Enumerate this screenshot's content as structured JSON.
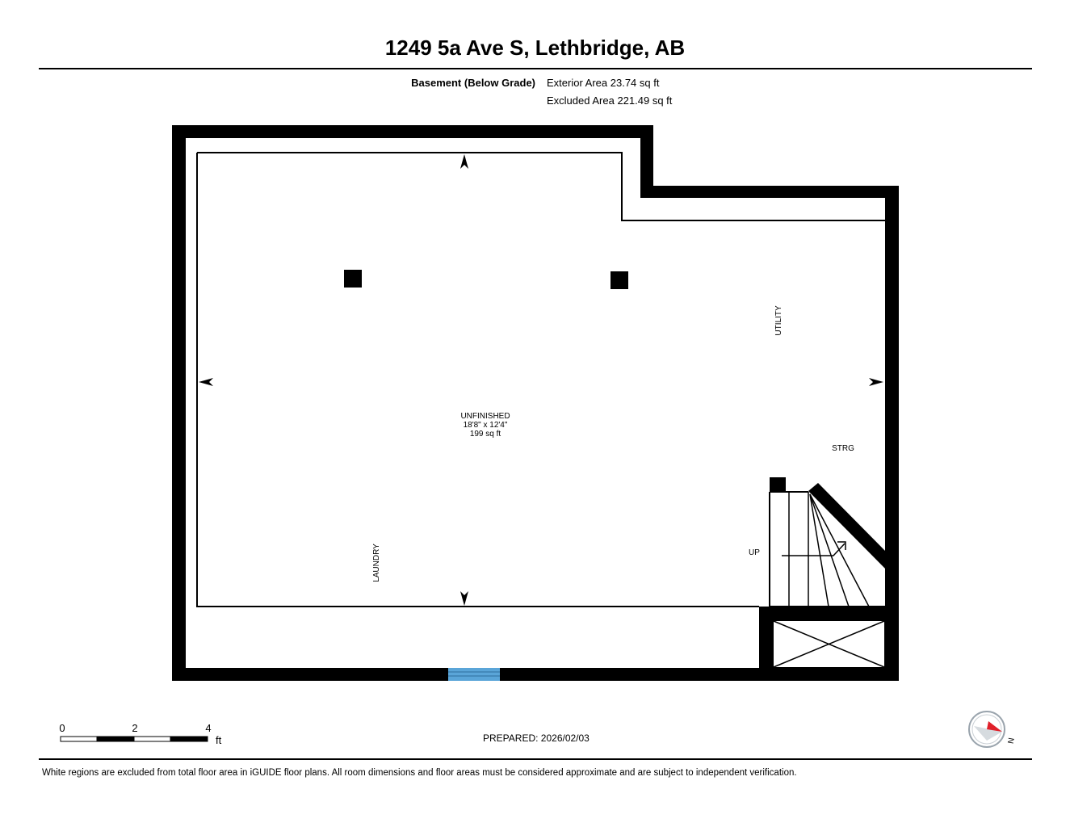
{
  "header": {
    "title": "1249 5a Ave S, Lethbridge, AB"
  },
  "floor": {
    "name": "Basement (Below Grade)",
    "exterior_area": "Exterior Area 23.74 sq ft",
    "excluded_area": "Excluded Area 221.49 sq ft"
  },
  "rooms": {
    "unfinished": {
      "name": "UNFINISHED",
      "dimensions": "18'8\" x 12'4\"",
      "area": "199 sq ft"
    },
    "utility": "UTILITY",
    "storage": "STRG",
    "laundry": "LAUNDRY",
    "stairs": "UP"
  },
  "scale_bar": {
    "ticks": [
      "0",
      "2",
      "4"
    ],
    "unit": "ft"
  },
  "compass": {
    "direction": "N"
  },
  "footer": {
    "prepared": "PREPARED: 2026/02/03",
    "disclaimer": "White regions are excluded from total floor area in iGUIDE floor plans. All room dimensions and floor areas must be considered approximate and are subject to independent verification."
  },
  "colors": {
    "wall": "#000000",
    "window": "#5aa5d8",
    "compass_arrow": "#e0202a"
  }
}
